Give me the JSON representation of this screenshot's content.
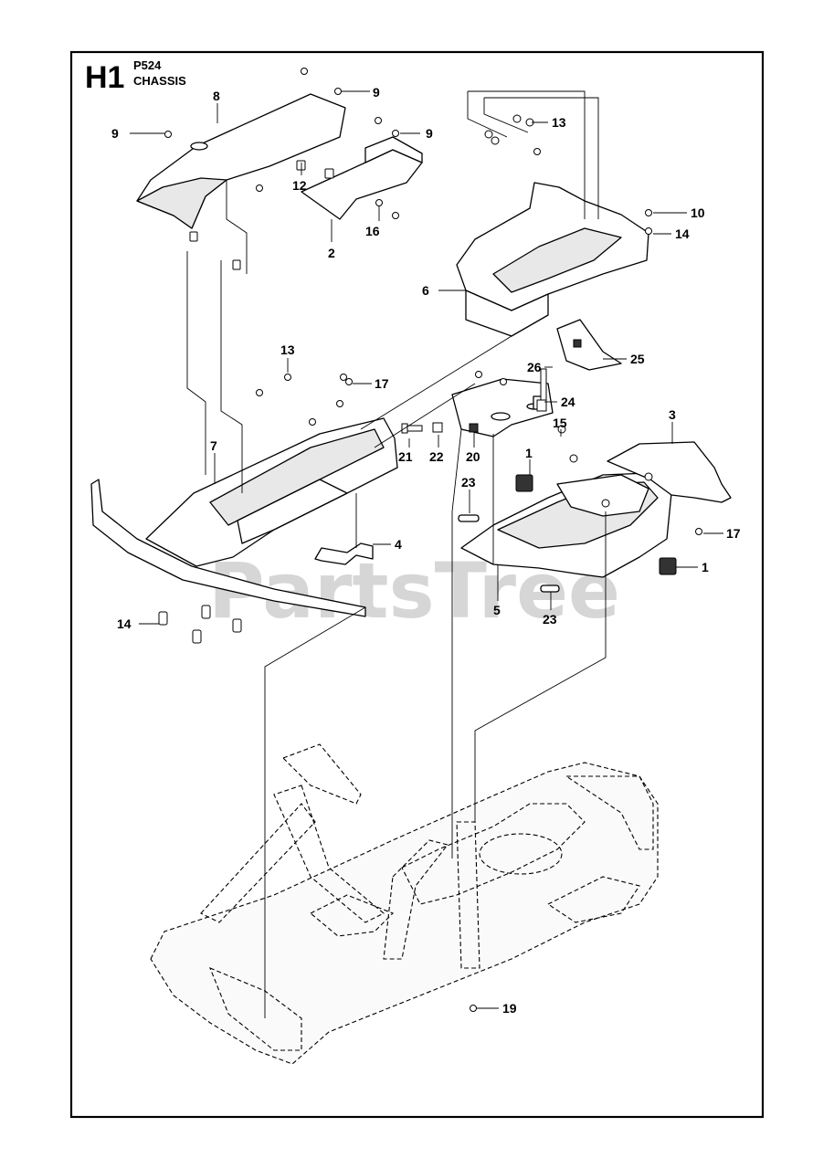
{
  "header": {
    "page_code": "H1",
    "model": "P524",
    "section": "CHASSIS"
  },
  "watermark": "PartsTree",
  "callouts": {
    "c9a": "9",
    "c9b": "9",
    "c9c": "9",
    "c8": "8",
    "c12": "12",
    "c2": "2",
    "c16": "16",
    "c13a": "13",
    "c10": "10",
    "c14a": "14",
    "c6": "6",
    "c25": "25",
    "c26": "26",
    "c24": "24",
    "c13b": "13",
    "c17a": "17",
    "c7": "7",
    "c21": "21",
    "c22": "22",
    "c20": "20",
    "c15": "15",
    "c1a": "1",
    "c3": "3",
    "c23a": "23",
    "c17b": "17",
    "c4": "4",
    "c1b": "1",
    "c5": "5",
    "c23b": "23",
    "c14b": "14",
    "c19": "19"
  }
}
